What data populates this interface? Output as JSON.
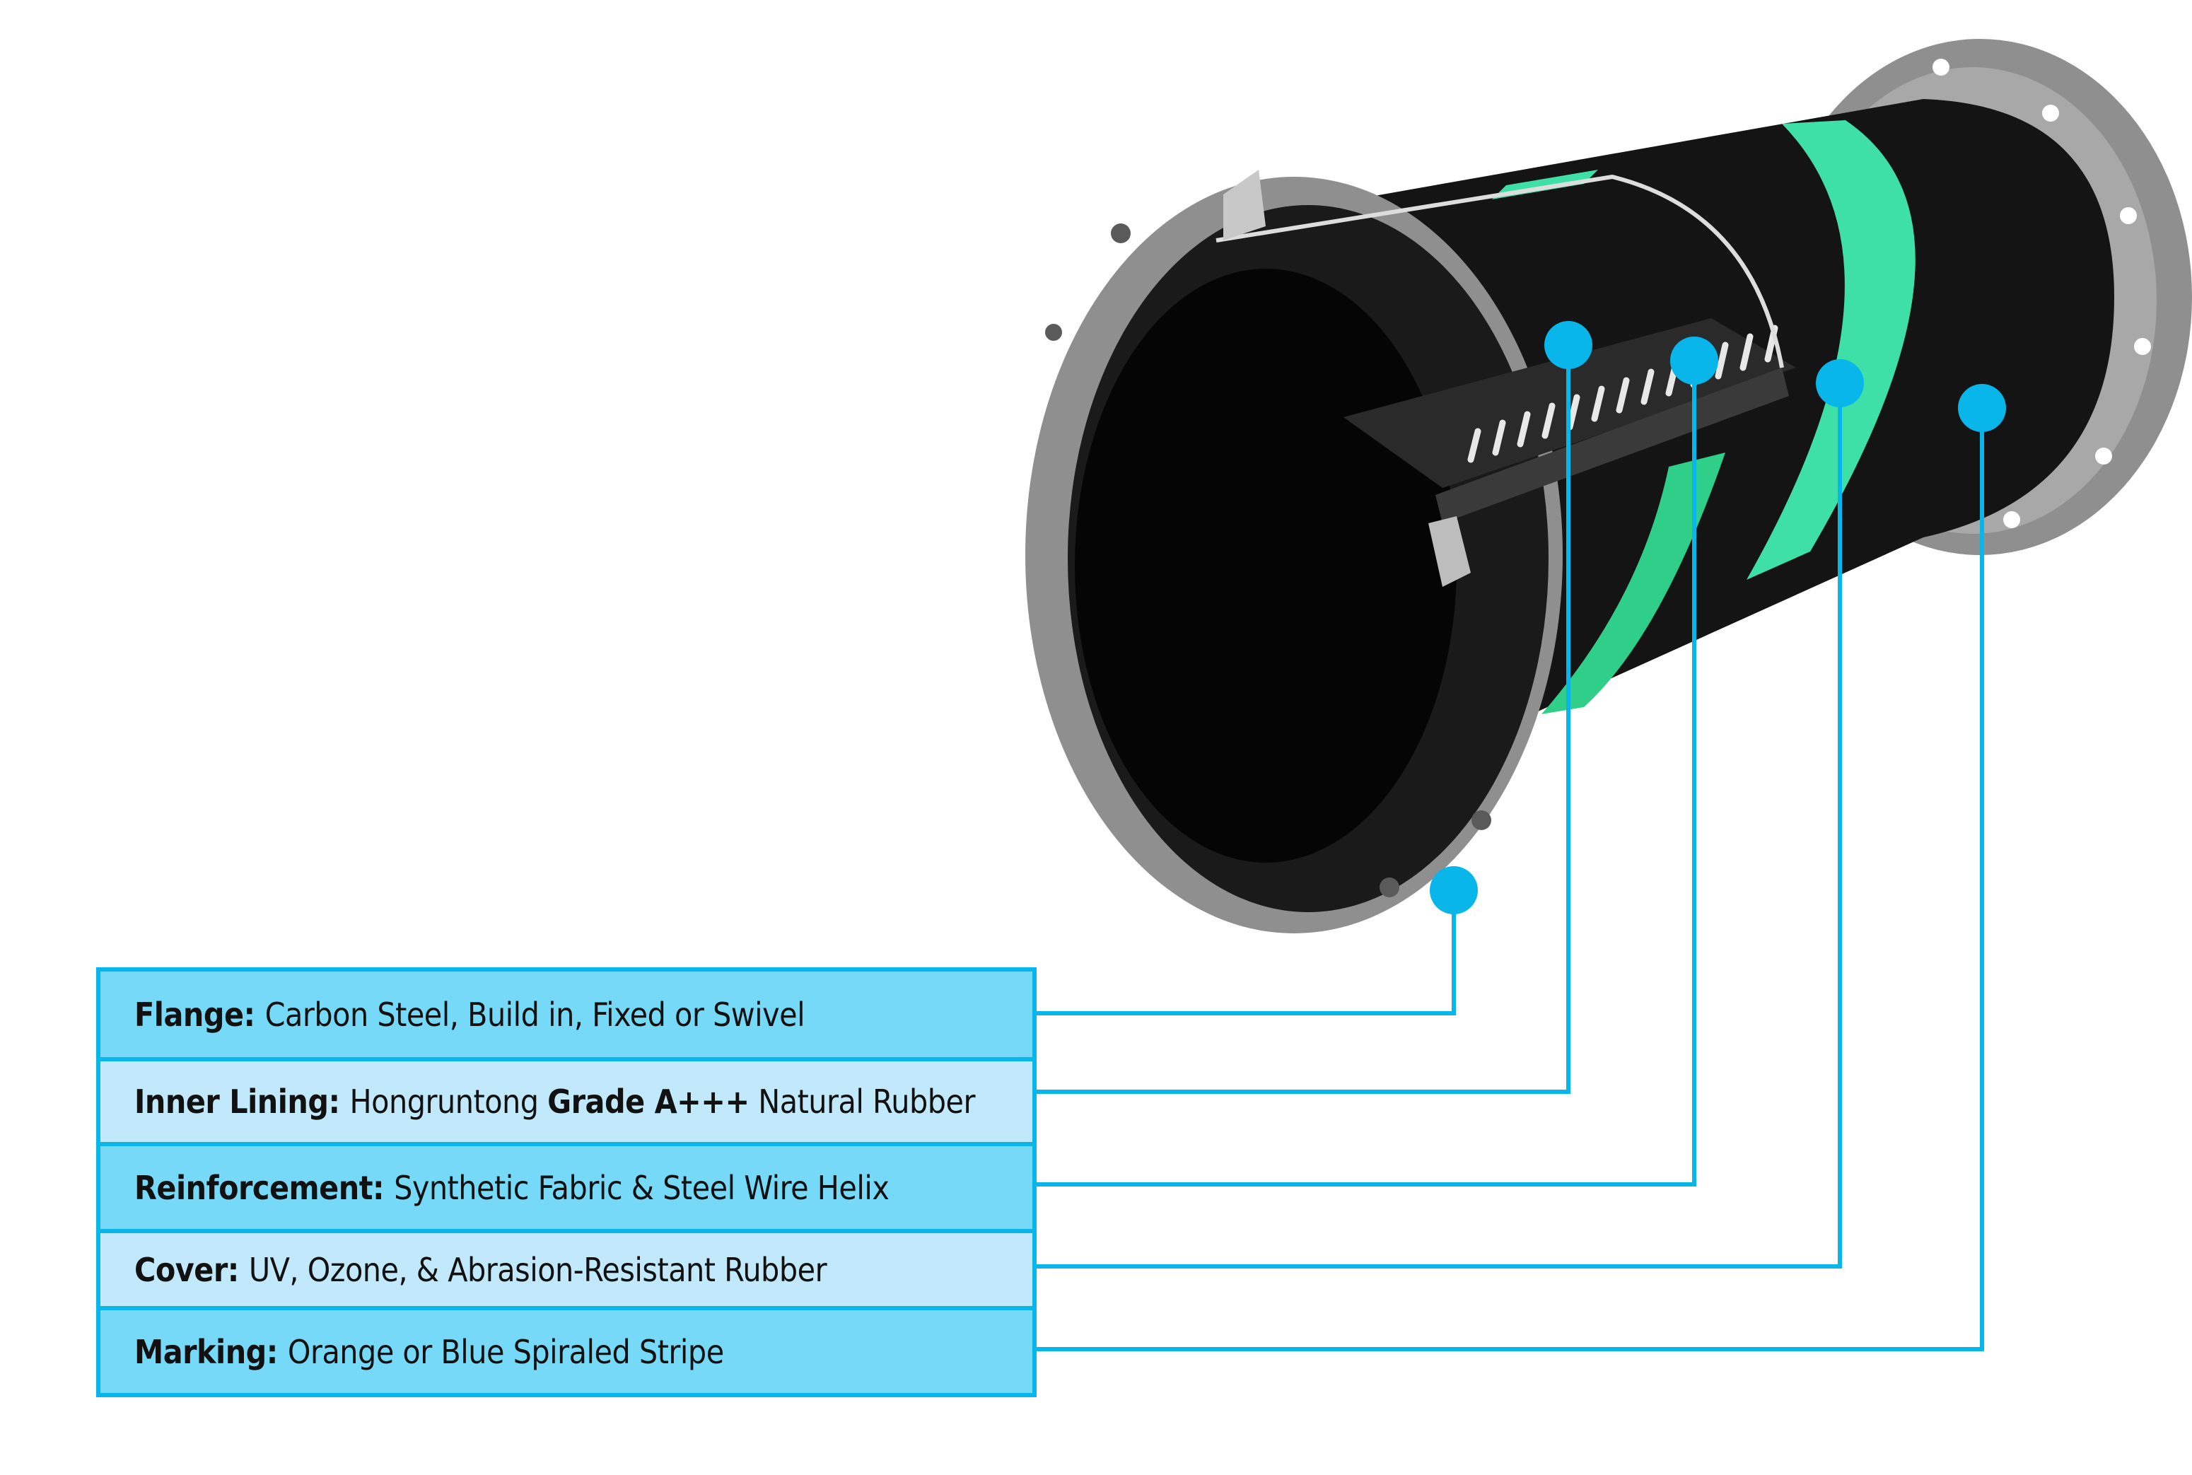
{
  "colors": {
    "callout": "#08b6ea",
    "row_dark": "#77d9f8",
    "row_light": "#c2e9fb",
    "stripe": "#3fe0a8",
    "flange": "#9a9a9a",
    "hose": "#111111"
  },
  "legend": [
    {
      "key": "Flange:",
      "value": "Carbon Steel, Build in, Fixed or Swivel"
    },
    {
      "key": "Inner Lining:",
      "value_pre": "Hongruntong",
      "value_bold": "Grade A+++",
      "value_post": "Natural Rubber"
    },
    {
      "key": "Reinforcement:",
      "value": "Synthetic Fabric & Steel Wire Helix"
    },
    {
      "key": "Cover:",
      "value": "UV, Ozone, & Abrasion-Resistant Rubber"
    },
    {
      "key": "Marking:",
      "value": "Orange or Blue Spiraled Stripe"
    }
  ]
}
